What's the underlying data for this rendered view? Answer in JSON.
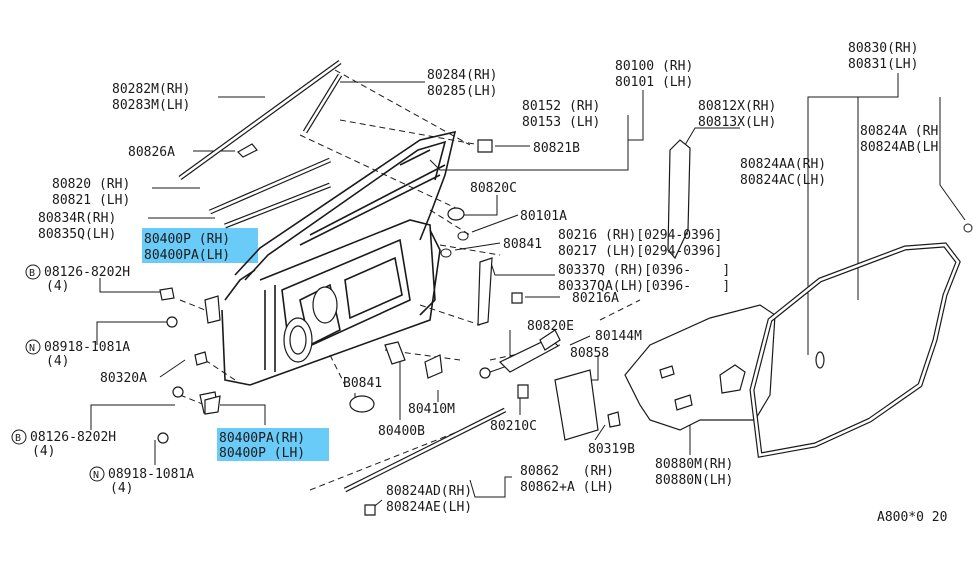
{
  "colors": {
    "highlight": "#4fc3f7",
    "ink": "#1a1a1a"
  },
  "labels": {
    "p80282M": "80282M(RH)",
    "p80283M": "80283M(LH)",
    "p80284": "80284(RH)",
    "p80285": "80285(LH)",
    "p80100": "80100 (RH)",
    "p80101": "80101 (LH)",
    "p80152": "80152 (RH)",
    "p80153": "80153 (LH)",
    "p80826A": "80826A",
    "p80821B": "80821B",
    "p80812X": "80812X(RH)",
    "p80813X": "80813X(LH)",
    "p80830": "80830(RH)",
    "p80831": "80831(LH)",
    "p80824A": "80824A (RH",
    "p80824AB": "80824AB(LH",
    "p80824AA": "80824AA(RH)",
    "p80824AC": "80824AC(LH)",
    "p80820": "80820 (RH)",
    "p80821": "80821 (LH)",
    "p80820C": "80820C",
    "p80101A": "80101A",
    "p80834R": "80834R(RH)",
    "p80835Q": "80835Q(LH)",
    "p80400P_top": "80400P (RH)",
    "p80400PA_top": "80400PA(LH)",
    "p80841": "80841",
    "p80216": "80216 (RH)[0294-0396]",
    "p80217": "80217 (LH)[0294-0396]",
    "p80337Q": "80337Q (RH)[0396-    ]",
    "p80337QA": "80337QA(LH)[0396-    ]",
    "p80216A": "80216A",
    "bolt1_circle": "B",
    "bolt1_code": "08126-8202H",
    "bolt1_qty": "(4)",
    "nut1_circle": "N",
    "nut1_code": "08918-1081A",
    "nut1_qty": "(4)",
    "p80320A": "80320A",
    "p80820E": "80820E",
    "p80144M": "80144M",
    "p80858": "80858",
    "pB0841": "B0841",
    "p80410M": "80410M",
    "bolt2_circle": "B",
    "bolt2_code": "08126-8202H",
    "bolt2_qty": "(4)",
    "p80400PA_bot": "80400PA(RH)",
    "p80400P_bot": "80400P (LH)",
    "p80400B": "80400B",
    "p80210C": "80210C",
    "p80319B": "80319B",
    "p80880M": "80880M(RH)",
    "p80880N": "80880N(LH)",
    "nut2_circle": "N",
    "nut2_code": "08918-1081A",
    "nut2_qty": "(4)",
    "p80862": "80862   (RH)",
    "p80862A": "80862+A (LH)",
    "p80824AD": "80824AD(RH)",
    "p80824AE": "80824AE(LH)",
    "diagram_code": "A800*0 20"
  }
}
